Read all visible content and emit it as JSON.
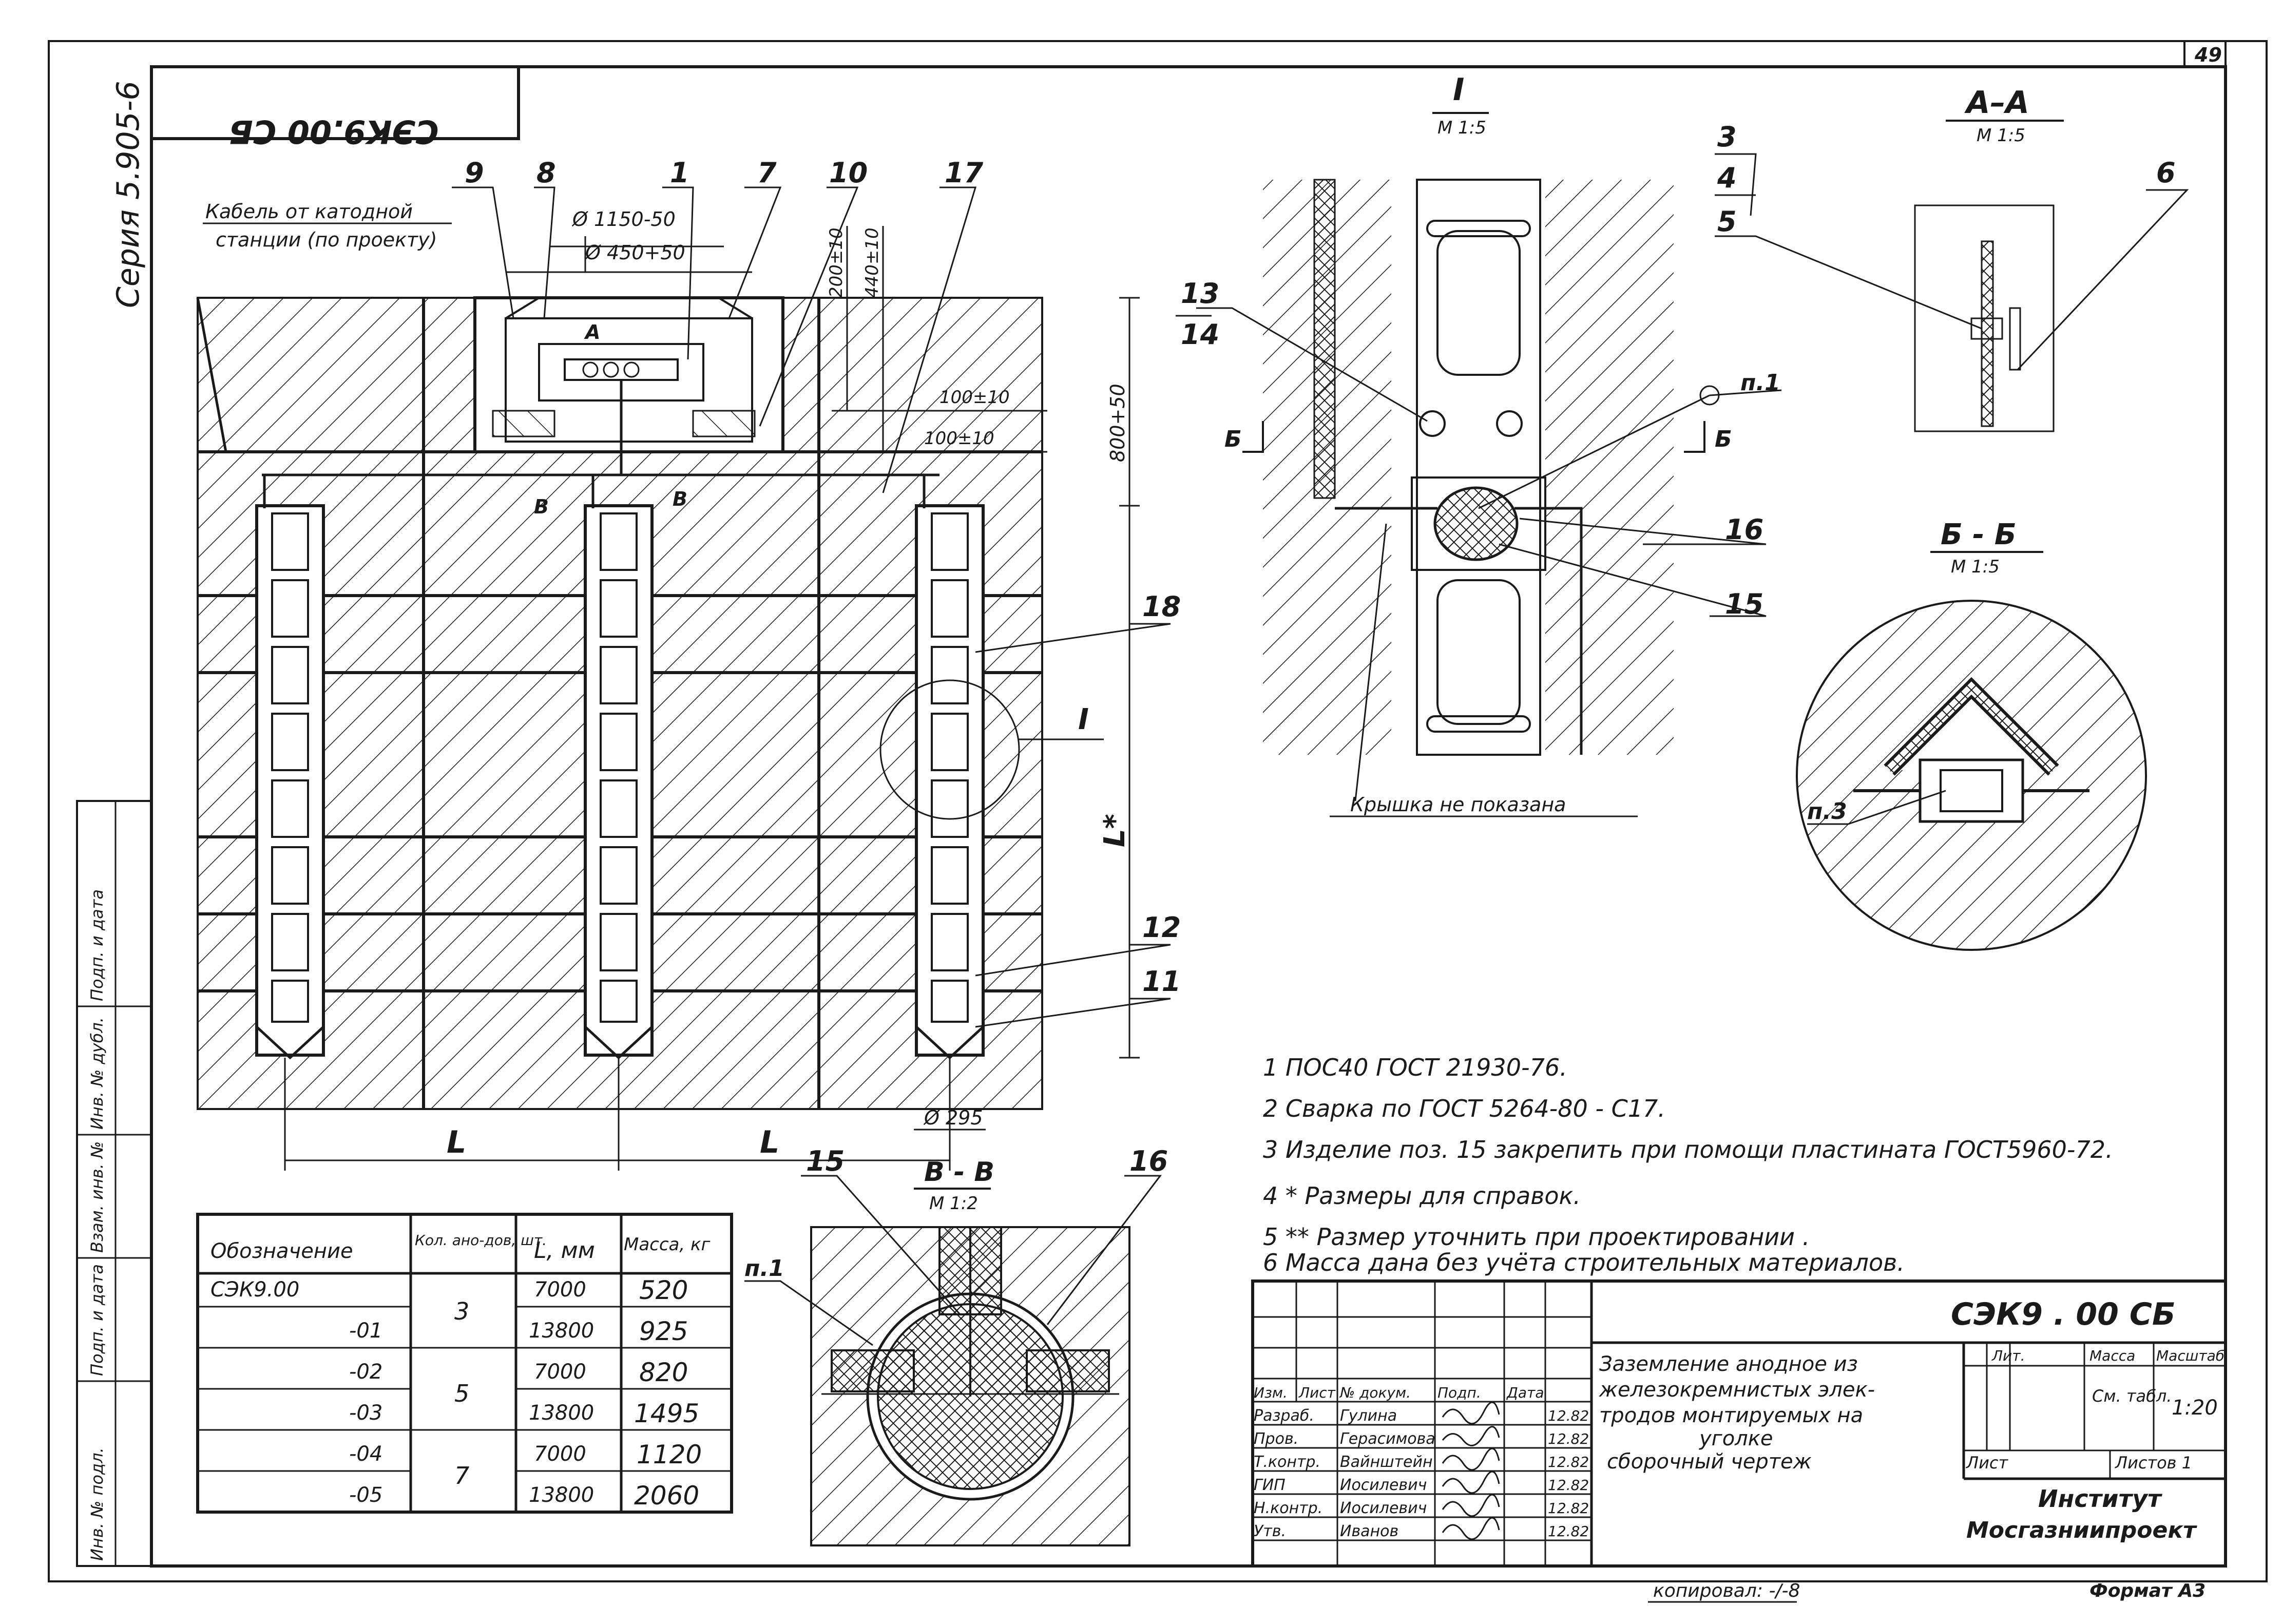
{
  "sheet": {
    "sheet_number": "49",
    "side_code": "Серия 5.905-6",
    "code_box_mirrored": "СЭК9.00 СБ",
    "copied_by": "копировал: -/-8",
    "format": "Формат А3"
  },
  "main_view": {
    "cable_label_line1": "Кабель от катодной",
    "cable_label_line2": "станции (по проекту)",
    "dim_d1150": "Ø 1150-50",
    "dim_d450": "Ø 450+50",
    "dim_200": "200±10",
    "dim_440": "440±10",
    "dim_100a": "100±10",
    "dim_100b": "100±10",
    "dim_800": "800+50",
    "dim_lstar": "L*",
    "dim_l1": "L",
    "dim_l2": "L",
    "dim_d295": "Ø 295",
    "section_a": "A",
    "section_v_left": "В",
    "section_v_right": "В",
    "detail_mark": "I",
    "positions": [
      "9",
      "8",
      "1",
      "7",
      "10",
      "17",
      "18",
      "12",
      "11"
    ]
  },
  "detail_i": {
    "title": "I",
    "scale": "М 1:5",
    "note": "Крышка не показана",
    "positions": [
      "3",
      "4",
      "5",
      "13",
      "14",
      "16",
      "15"
    ],
    "b_mark_left": "Б",
    "b_mark_right": "Б",
    "p1": "п.1"
  },
  "section_aa": {
    "title": "А–А",
    "scale": "М 1:5",
    "position": "6"
  },
  "section_bb": {
    "title": "Б - Б",
    "scale": "М 1:5",
    "p3": "п.3"
  },
  "section_vv": {
    "title": "В - В",
    "scale": "М 1:2",
    "pos15": "15",
    "pos16": "16",
    "p1": "п.1"
  },
  "notes": [
    "1  ПОС40  ГОСТ 21930-76.",
    "2  Сварка  по ГОСТ 5264-80 - С17.",
    "3  Изделие поз. 15 закрепить при помощи пластината ГОСТ5960-72.",
    "4  * Размеры для справок.",
    "5  ** Размер уточнить при проектировании .",
    "6  Масса дана без учёта строительных материалов."
  ],
  "spec_table": {
    "headers": [
      "Обозначение",
      "Кол. ано-дов, шт.",
      "L, мм",
      "Масса, кг"
    ],
    "rows": [
      [
        "СЭК9.00",
        "3",
        "7000",
        "520"
      ],
      [
        "-01",
        "",
        "13800",
        "925"
      ],
      [
        "-02",
        "5",
        "7000",
        "820"
      ],
      [
        "-03",
        "",
        "13800",
        "1495"
      ],
      [
        "-04",
        "7",
        "7000",
        "1120"
      ],
      [
        "-05",
        "",
        "13800",
        "2060"
      ]
    ]
  },
  "title_block": {
    "doc_code": "СЭК9 . 00 СБ",
    "title_line1": "Заземление анодное из",
    "title_line2": "железокремнистых элек-",
    "title_line3": "тродов монтируемых на",
    "title_line4": "уголке",
    "title_line5": "сборочный чертеж",
    "col_headers": [
      "Изм.",
      "Лист",
      "№ докум.",
      "Подп.",
      "Дата"
    ],
    "staff": [
      [
        "Разраб.",
        "Гулина",
        "",
        "12.82"
      ],
      [
        "Пров.",
        "Герасимова",
        "",
        "12.82"
      ],
      [
        "Т.контр.",
        "Вайнштейн",
        "",
        "12.82"
      ],
      [
        "ГИП",
        "Иосилевич",
        "",
        "12.82"
      ],
      [
        "Н.контр.",
        "Иосилевич",
        "",
        "12.82"
      ],
      [
        "Утв.",
        "Иванов",
        "",
        "12.82"
      ]
    ],
    "lit_label": "Лит.",
    "mass_label": "Масса",
    "scale_label": "Масштаб",
    "mass_value": "См. табл.",
    "scale_value": "1:20",
    "sheet_label": "Лист",
    "sheets_label": "Листов 1",
    "org_line1": "Институт",
    "org_line2": "Мосгазниипроект"
  },
  "left_strip": [
    "Инв. № подл.",
    "Подп. и дата",
    "Взам. инв. №",
    "Инв. № дубл.",
    "Подп. и дата"
  ]
}
